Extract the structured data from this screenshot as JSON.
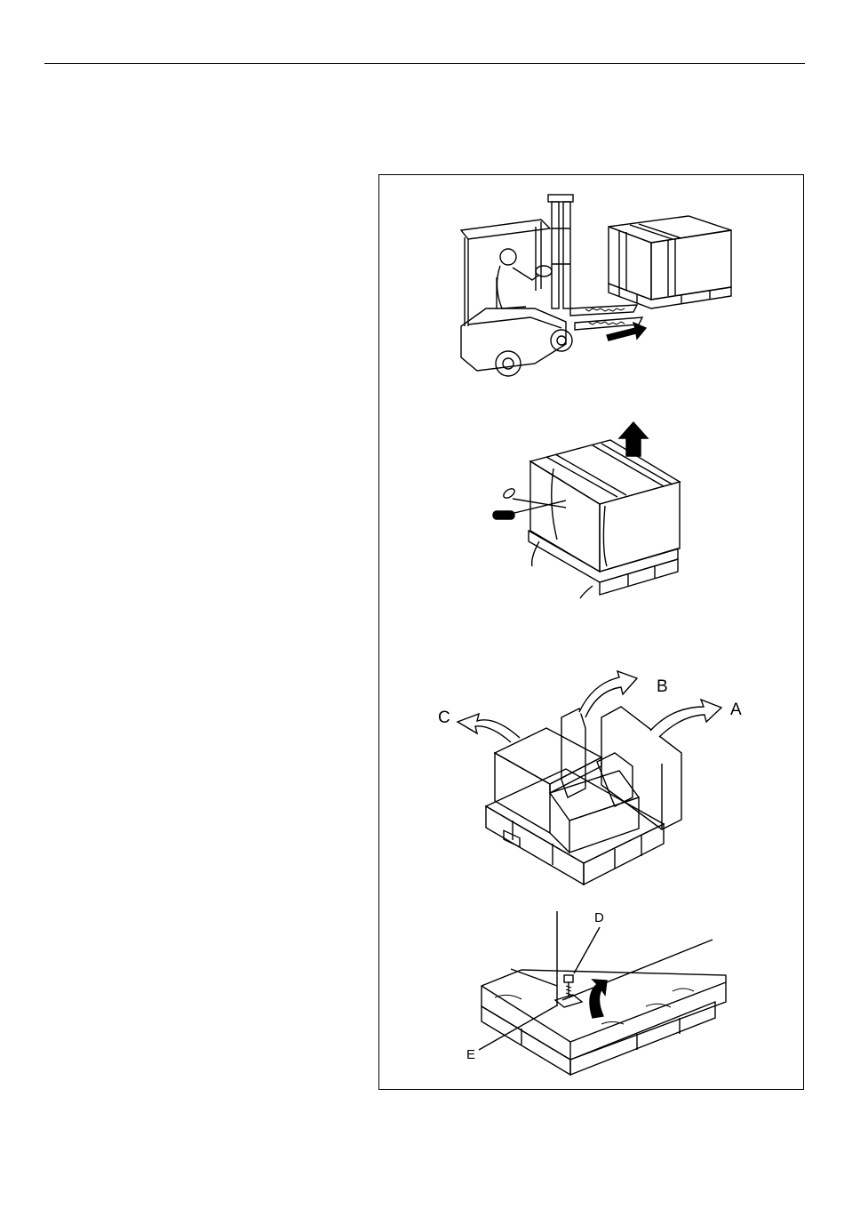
{
  "figure": {
    "labels": {
      "A": "A",
      "B": "B",
      "C": "C",
      "D": "D",
      "E": "E"
    }
  }
}
